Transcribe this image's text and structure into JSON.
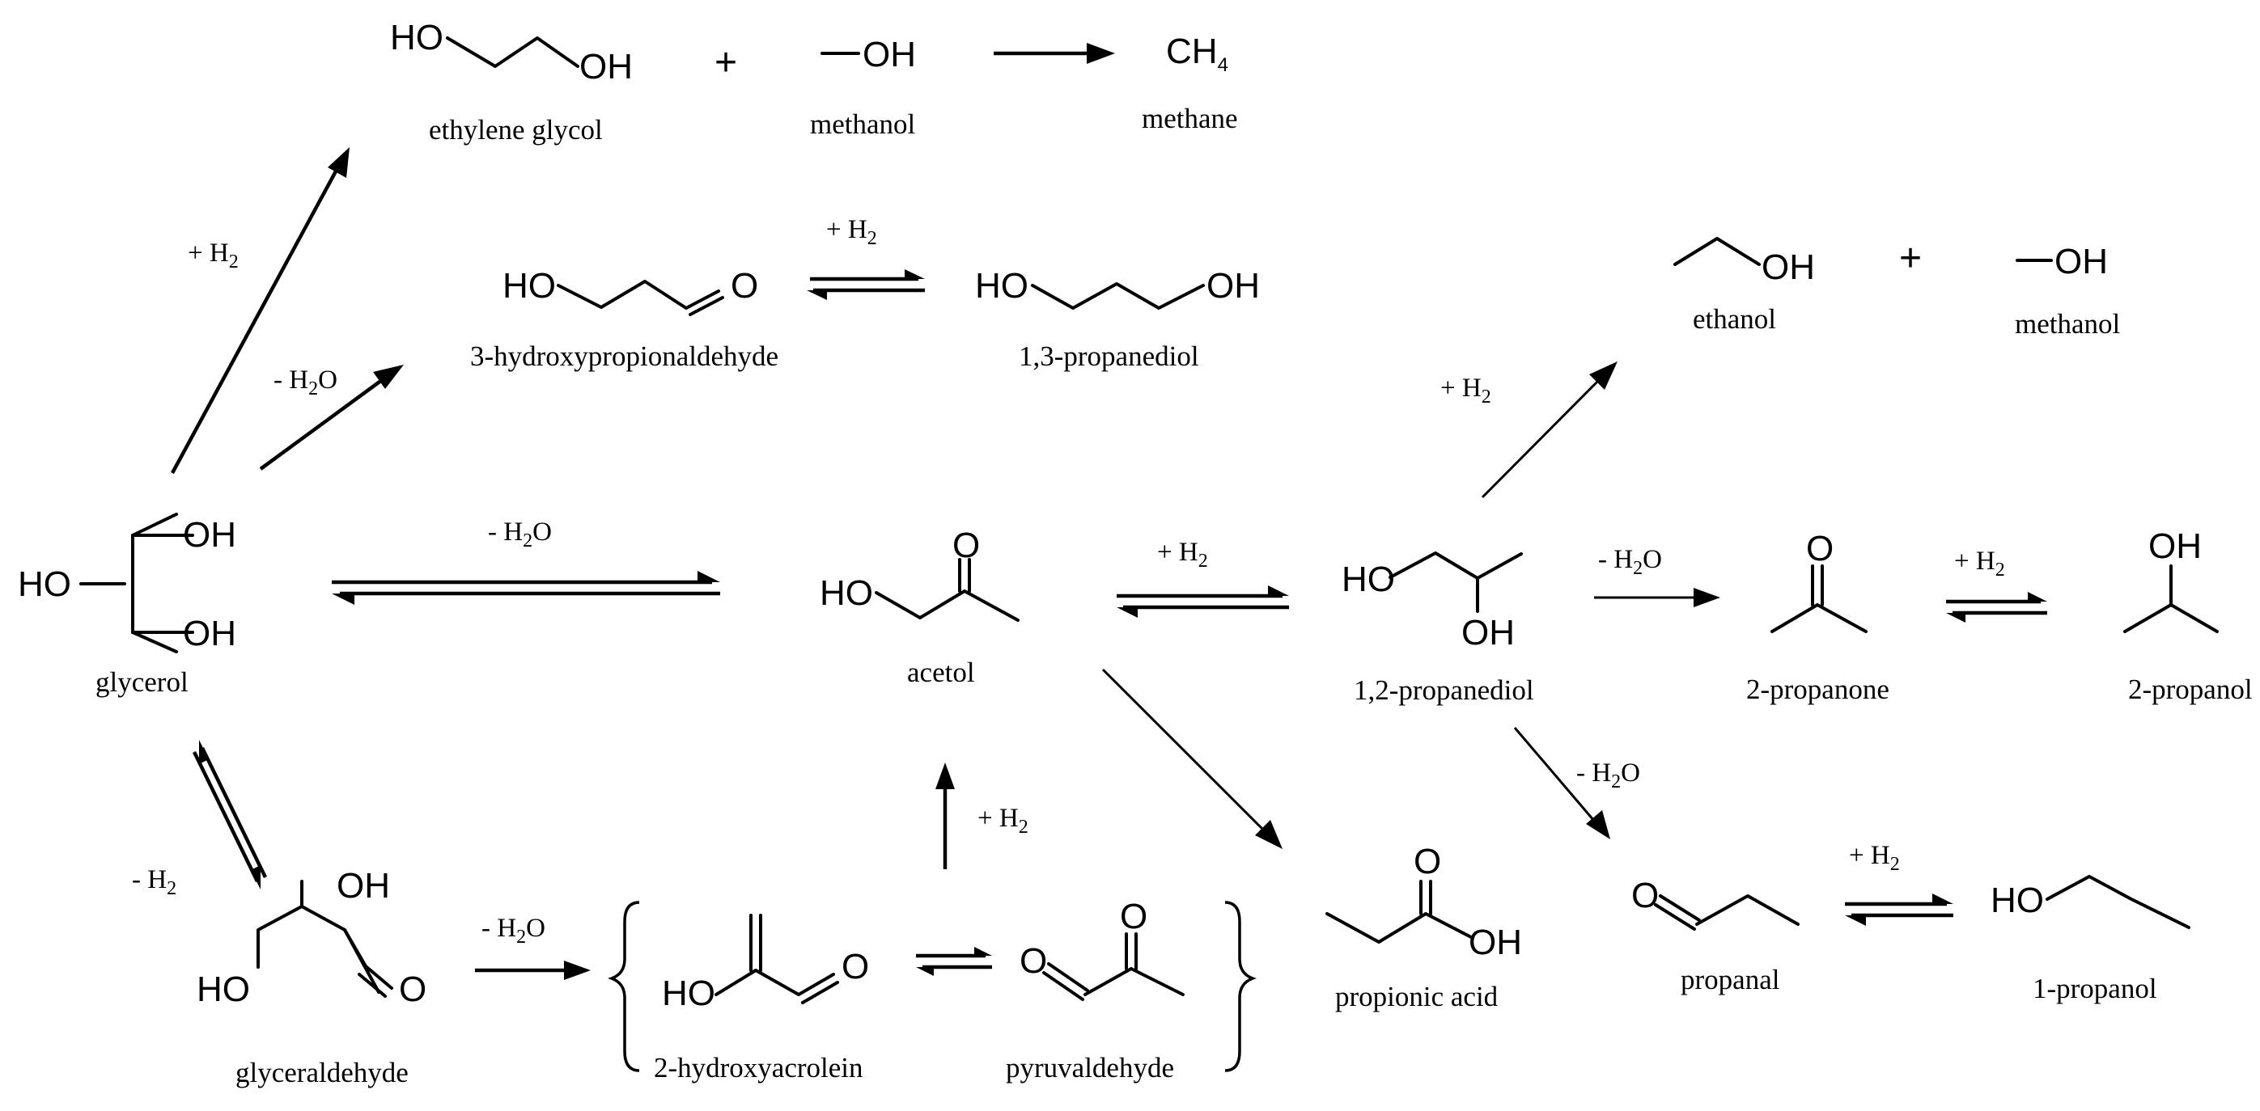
{
  "atoms": {
    "OH": "OH",
    "HO": "HO",
    "O": "O",
    "CH4": "CH4",
    "plus": "+"
  },
  "compounds": {
    "ethylene_glycol": "ethylene glycol",
    "methanol": "methanol",
    "methane": "methane",
    "hydroxypropionaldehyde": "3-hydroxypropionaldehyde",
    "propanediol_13": "1,3-propanediol",
    "ethanol": "ethanol",
    "glycerol": "glycerol",
    "acetol": "acetol",
    "propanediol_12": "1,2-propanediol",
    "propanone": "2-propanone",
    "propanol_2": "2-propanol",
    "glyceraldehyde": "glyceraldehyde",
    "hydroxyacrolein": "2-hydroxyacrolein",
    "pyruvaldehyde": "pyruvaldehyde",
    "propionic_acid": "propionic acid",
    "propanal": "propanal",
    "propanol_1": "1-propanol"
  },
  "conditions": {
    "plus_h": "+ H",
    "minus_h": "- H",
    "minus_h2o_pre": "- H",
    "minus_h2o_post": "O",
    "two": "2"
  }
}
